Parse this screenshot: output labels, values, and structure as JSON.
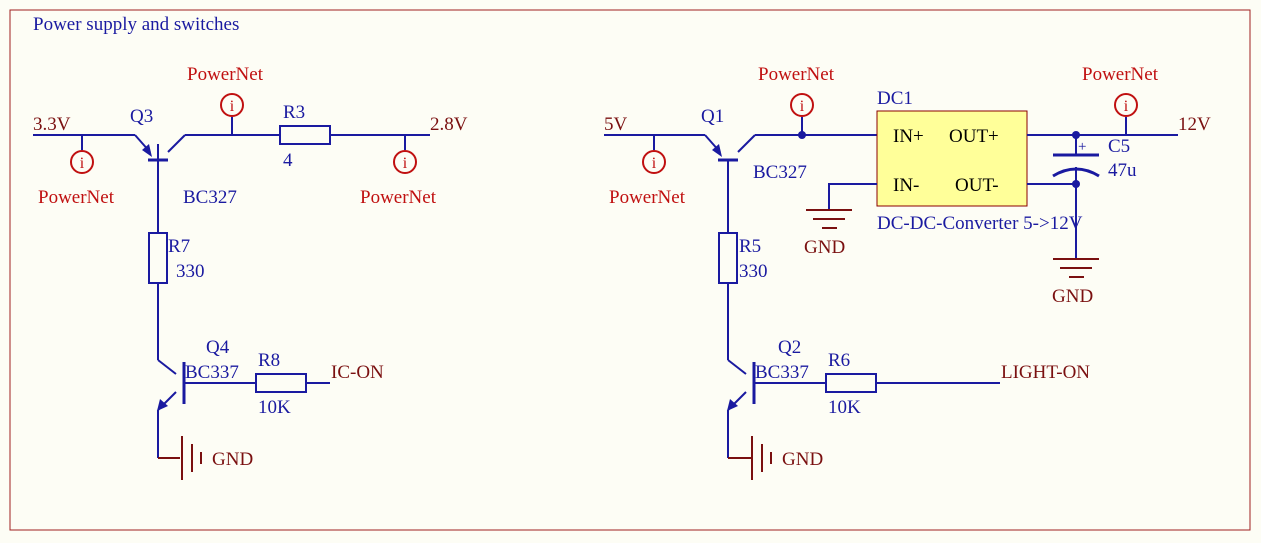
{
  "sheet": {
    "title": "Power supply and switches"
  },
  "probe": {
    "label": "PowerNet",
    "glyph": "i"
  },
  "gnd": "GND",
  "colors": {
    "wire": "#1a1aa0",
    "net": "#c01010",
    "ground": "#7a1010",
    "part_fill": "#ffff99",
    "border": "#a02020"
  },
  "left": {
    "vin": "3.3V",
    "vout": "2.8V",
    "q3": {
      "ref": "Q3",
      "value": "BC327"
    },
    "r3": {
      "ref": "R3",
      "value": "4"
    },
    "r7": {
      "ref": "R7",
      "value": "330"
    },
    "q4": {
      "ref": "Q4",
      "value": "BC337"
    },
    "r8": {
      "ref": "R8",
      "value": "10K"
    },
    "ctl": "IC-ON"
  },
  "right": {
    "vin": "5V",
    "vout": "12V",
    "q1": {
      "ref": "Q1",
      "value": "BC327"
    },
    "r5": {
      "ref": "R5",
      "value": "330"
    },
    "q2": {
      "ref": "Q2",
      "value": "BC337"
    },
    "r6": {
      "ref": "R6",
      "value": "10K"
    },
    "ctl": "LIGHT-ON",
    "dc1": {
      "ref": "DC1",
      "pin_in_plus": "IN+",
      "pin_in_minus": "IN-",
      "pin_out_plus": "OUT+",
      "pin_out_minus": "OUT-",
      "desc": "DC-DC-Converter 5->12V"
    },
    "c5": {
      "ref": "C5",
      "value": "47u",
      "plus": "+"
    }
  }
}
